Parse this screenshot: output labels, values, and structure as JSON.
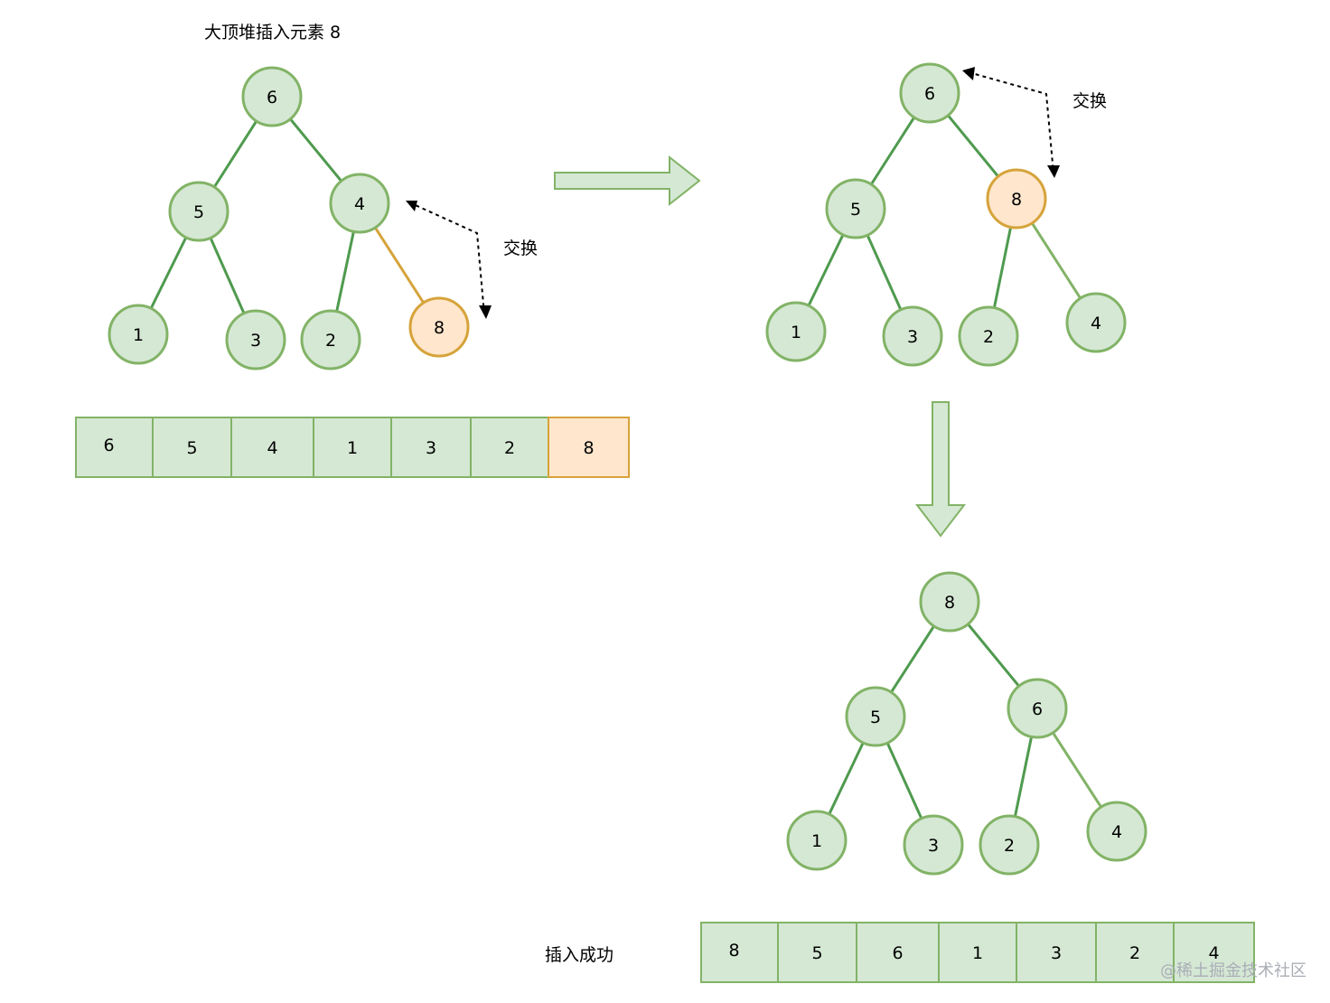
{
  "title": "大顶堆插入元素 8",
  "swap_label_1": "交换",
  "swap_label_2": "交换",
  "success_label": "插入成功",
  "watermark": "@稀土掘金技术社区",
  "colors": {
    "node_fill": "#d5e8d4",
    "node_stroke": "#82b366",
    "edge": "#4f9a4f",
    "edge_light": "#82b366",
    "highlight_fill": "#ffe6cc",
    "highlight_stroke": "#d6a33a",
    "arrow_fill": "#d5e8d4",
    "arrow_stroke": "#82b366"
  },
  "tree_initial": {
    "nodes": [
      "6",
      "5",
      "4",
      "1",
      "3",
      "2",
      "8"
    ],
    "highlight": [
      "8"
    ]
  },
  "tree_swap": {
    "nodes": [
      "6",
      "5",
      "8",
      "1",
      "3",
      "2",
      "4"
    ],
    "highlight": [
      "8"
    ]
  },
  "tree_final": {
    "nodes": [
      "8",
      "5",
      "6",
      "1",
      "3",
      "2",
      "4"
    ],
    "highlight": []
  },
  "array_initial": {
    "cells": [
      "6",
      "5",
      "4",
      "1",
      "3",
      "2",
      "8"
    ],
    "highlight_index": 6
  },
  "array_final": {
    "cells": [
      "8",
      "5",
      "6",
      "1",
      "3",
      "2",
      "4"
    ],
    "highlight_index": -1
  }
}
